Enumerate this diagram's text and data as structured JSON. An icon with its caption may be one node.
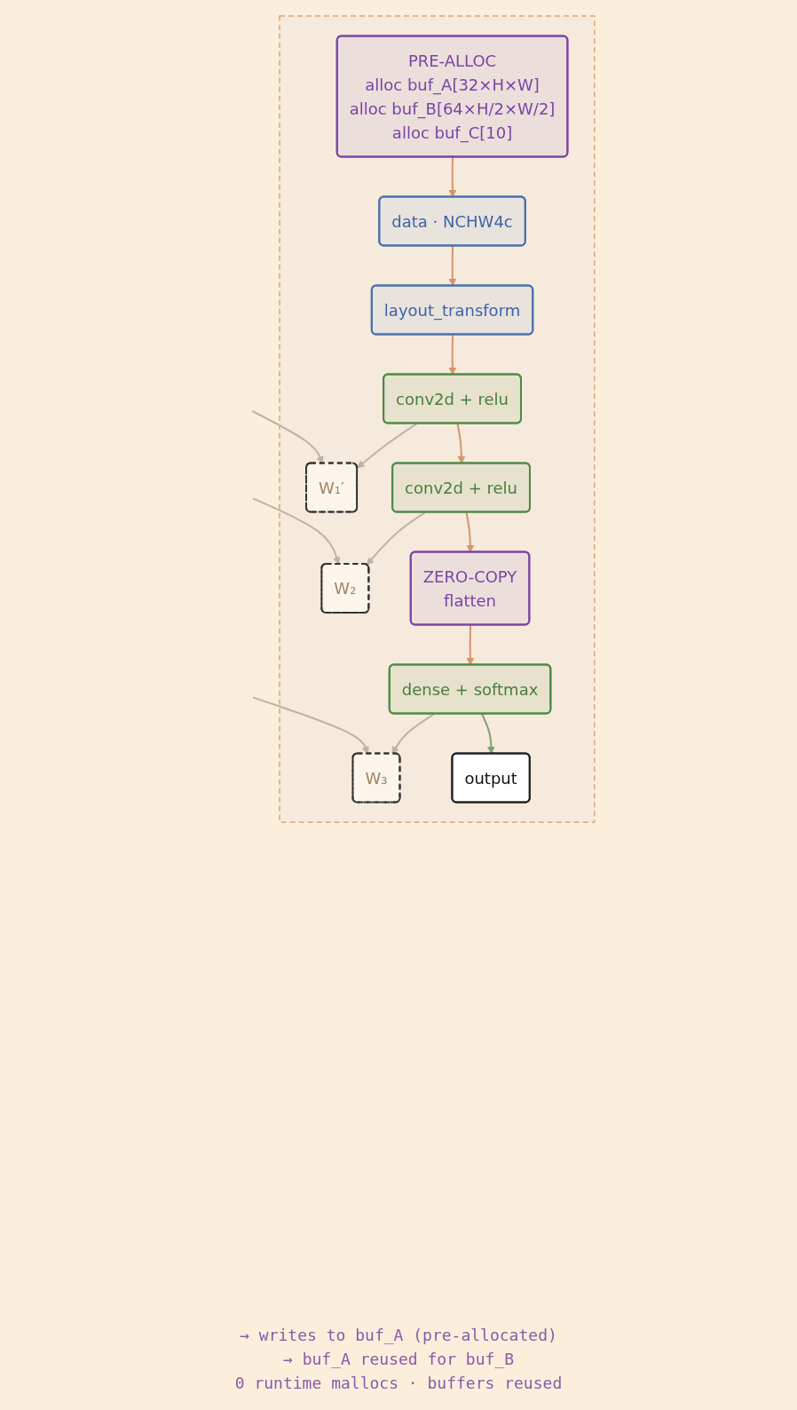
{
  "diagram": {
    "nodes": [
      {
        "text": [],
        "shape": "box"
      },
      {
        "text": [
          "PRE-ALLOC",
          "alloc buf_A[32×H×W]",
          "alloc buf_B[64×H/2×W/2]",
          "alloc buf_C[10]"
        ],
        "in": 0
      },
      {
        "text": [
          "data · NCHW4c"
        ],
        "in": 0
      },
      {
        "text": [
          "layout_transform"
        ],
        "in": 0
      },
      {
        "text": [
          "W₁′"
        ],
        "in": 0
      },
      {
        "text": [
          "conv2d + relu"
        ],
        "in": 0
      },
      {
        "text": [
          "W₂"
        ],
        "in": 0
      },
      {
        "text": [
          "conv2d + relu"
        ],
        "in": 0
      },
      {
        "text": [
          "ZERO-COPY",
          "flatten"
        ],
        "in": 0
      },
      {
        "text": [
          "W₃"
        ],
        "in": 0
      },
      {
        "text": [
          "dense + softmax"
        ],
        "in": 0
      },
      {
        "text": [
          "output"
        ],
        "in": 0
      }
    ],
    "edges": [
      {
        "from": 1,
        "to": 2,
        "arrow": "to"
      },
      {
        "from": 2,
        "to": 3,
        "arrow": "to"
      },
      {
        "from": 3,
        "to": 5,
        "arrow": "to"
      },
      {
        "from": null,
        "to": 4,
        "arrow": "to",
        "color": "#bfb3a6"
      },
      {
        "from": 5,
        "to": 4,
        "arrow": "to",
        "color": "#bfb3a6"
      },
      {
        "from": 5,
        "to": 7,
        "arrow": "to"
      },
      {
        "from": null,
        "to": 6,
        "arrow": "to",
        "color": "#bfb3a6"
      },
      {
        "from": 7,
        "to": 6,
        "arrow": "to",
        "color": "#bfb3a6"
      },
      {
        "from": 7,
        "to": 8,
        "arrow": "to"
      },
      {
        "from": 8,
        "to": 10,
        "arrow": "to"
      },
      {
        "from": null,
        "to": 9,
        "arrow": "to",
        "color": "#bfb3a6"
      },
      {
        "from": 10,
        "to": 9,
        "arrow": "to",
        "color": "#bfb3a6"
      },
      {
        "from": 10,
        "to": 11,
        "arrow": "to",
        "color": "#7fa06f"
      }
    ],
    "labels": [
      "→ writes to buf_A (pre-allocated)",
      "→ buf_A reused for buf_B",
      "0 runtime mallocs · buffers reused"
    ]
  }
}
